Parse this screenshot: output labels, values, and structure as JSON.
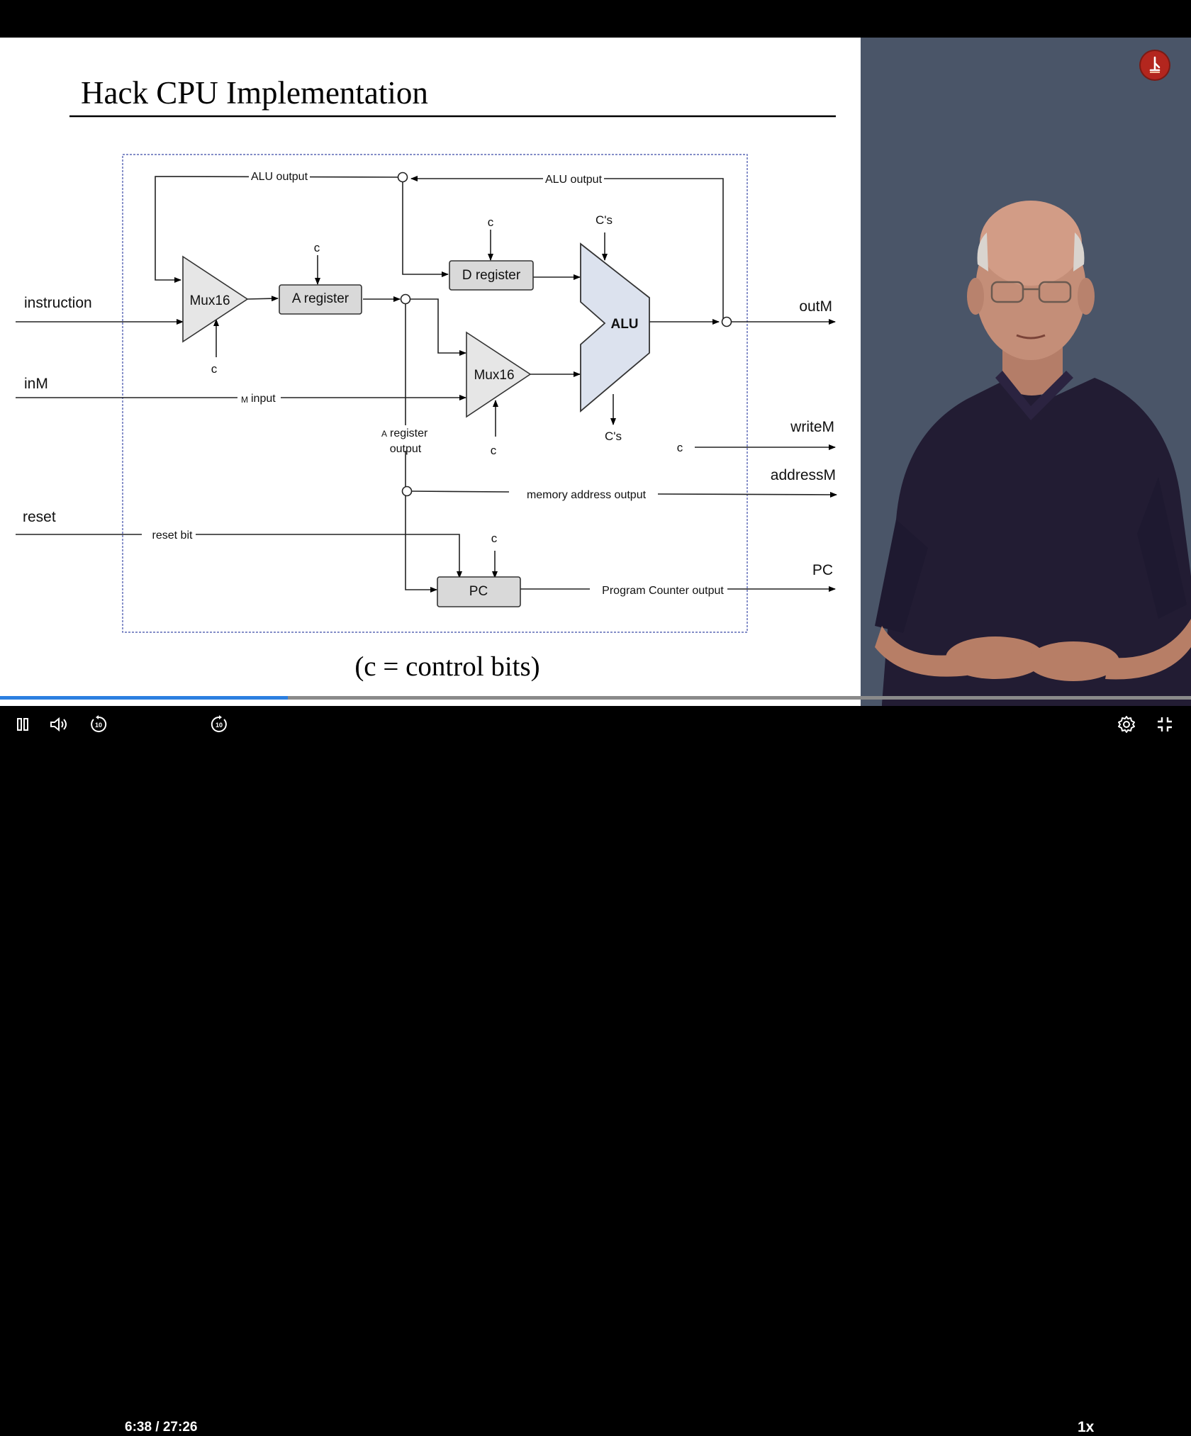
{
  "slide": {
    "title": "Hack CPU Implementation",
    "caption": "(c = control bits)"
  },
  "diagram": {
    "inputs": {
      "instruction": "instruction",
      "inM": "inM",
      "reset": "reset"
    },
    "outputs": {
      "outM": "outM",
      "writeM": "writeM",
      "addressM": "addressM",
      "pc": "PC"
    },
    "components": {
      "mux_a": "Mux16",
      "a_register": "A register",
      "d_register": "D register",
      "mux_b": "Mux16",
      "alu": "ALU",
      "pc": "PC"
    },
    "wire_labels": {
      "alu_output_left": "ALU output",
      "alu_output_right": "ALU output",
      "m_input_small": "M",
      "m_input": "input",
      "a_reg_out_small": "A",
      "a_reg_out_1": "register",
      "a_reg_out_2": "output",
      "memory_address_output": "memory address output",
      "reset_bit": "reset bit",
      "program_counter_output": "Program Counter output"
    },
    "control_labels": {
      "c": "c",
      "cs": "C's",
      "writeM_c": "c"
    }
  },
  "player": {
    "time_display": "6:38 / 27:26",
    "speed": "1x",
    "progress_fraction": 0.2419,
    "icons": {
      "play_pause": "pause-icon",
      "volume": "volume-icon",
      "rewind": "rewind-10-icon",
      "forward": "forward-10-icon",
      "settings": "gear-icon",
      "fullscreen": "exit-fullscreen-icon",
      "logo": "course-logo-icon"
    }
  }
}
